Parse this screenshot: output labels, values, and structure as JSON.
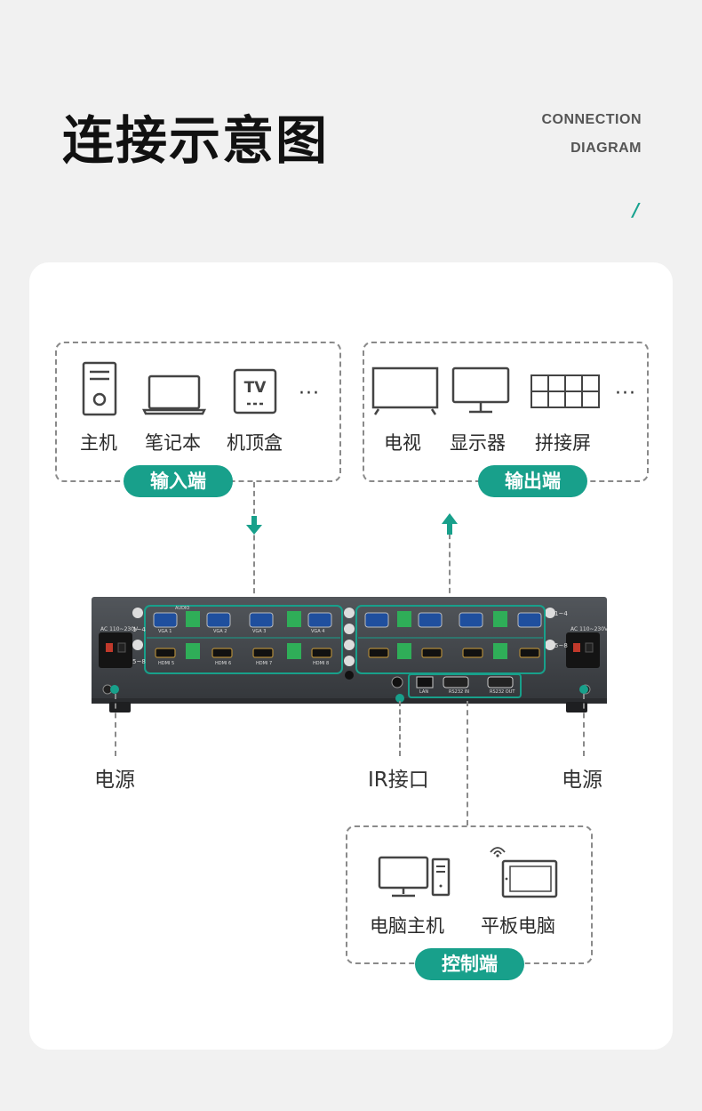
{
  "header": {
    "title": "连接示意图",
    "sub_line1": "CONNECTION",
    "sub_line2": "DIAGRAM",
    "slash": "/"
  },
  "colors": {
    "accent": "#18a08b",
    "device_body": "#3c3f43",
    "line": "#8a8a8a"
  },
  "input_group": {
    "devices": [
      {
        "label": "主机",
        "icon": "pc-tower-icon"
      },
      {
        "label": "笔记本",
        "icon": "laptop-icon"
      },
      {
        "label": "机顶盒",
        "icon": "set-top-box-icon",
        "icon_text": "TV"
      }
    ],
    "more": "···",
    "tag": "输入端"
  },
  "output_group": {
    "devices": [
      {
        "label": "电视",
        "icon": "tv-icon"
      },
      {
        "label": "显示器",
        "icon": "monitor-icon"
      },
      {
        "label": "拼接屏",
        "icon": "video-wall-icon"
      }
    ],
    "more": "···",
    "tag": "输出端"
  },
  "device": {
    "panel_labels": {
      "ac_left": "AC 110~230V",
      "ac_right": "AC 110~230V",
      "row1": "1~4",
      "row2": "5~8",
      "audio": "AUDIO",
      "vga": [
        "VGA 1",
        "VGA 2",
        "VGA 3",
        "VGA 4"
      ],
      "hdmi": [
        "HDMI 5",
        "HDMI 6",
        "HDMI 7",
        "HDMI 8"
      ],
      "lan": "LAN",
      "rs232_in": "RS232 IN",
      "rs232_out": "RS232 OUT"
    }
  },
  "bottom_labels": {
    "power_left": "电源",
    "ir": "IR接口",
    "power_right": "电源"
  },
  "control_group": {
    "devices": [
      {
        "label": "电脑主机",
        "icon": "desktop-computer-icon"
      },
      {
        "label": "平板电脑",
        "icon": "tablet-icon"
      }
    ],
    "tag": "控制端"
  }
}
